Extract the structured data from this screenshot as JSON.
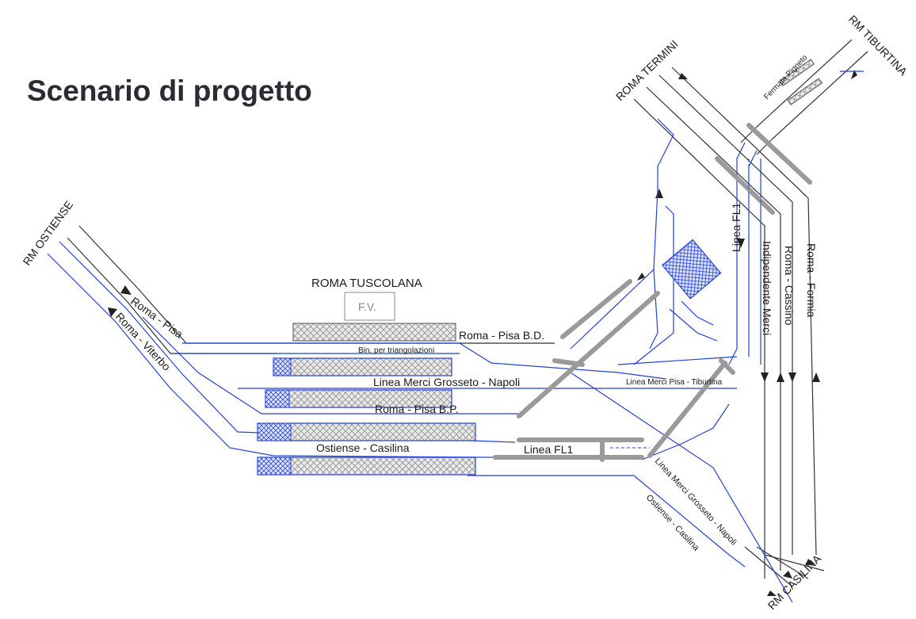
{
  "title": "Scenario di progetto",
  "stations": {
    "ostiense": "RM OSTIENSE",
    "termini": "ROMA TERMINI",
    "tiburtina": "RM TIBURTINA",
    "casilina": "RM CASILINA",
    "tuscolana": "ROMA TUSCOLANA",
    "fv": "F.V.",
    "pigneto": "Fermata Pigneto"
  },
  "lines": {
    "roma_pisa": "Roma - Pisa",
    "roma_viterbo": "Roma - Viterbo",
    "roma_pisa_bd": "Roma - Pisa B.D.",
    "bin_triangolazioni": "Bin. per triangolazioni",
    "merci_grosseto_napoli": "Linea Merci Grosseto - Napoli",
    "merci_pisa_tiburtina": "Linea Merci Pisa - Tiburtina",
    "roma_pisa_bp": "Roma - Pisa B.P.",
    "ostiense_casilina": "Ostiense - Casilina",
    "linea_fl1": "Linea FL1",
    "linea_fl1_vertical": "Linea FL1",
    "indipendente_merci": "Indipendente Merci",
    "roma_cassino": "Roma - Cassino",
    "roma_formia": "Roma - Formia",
    "merci_grosseto_napoli_diag": "Linea Merci Grosseto - Napoli",
    "ostiense_casilina_diag": "Ostiense - Casilina"
  },
  "colors": {
    "track_blue": "#2341d6",
    "track_black": "#333333",
    "platform_gray": "#9a9a9a",
    "title": "#2b2b33"
  }
}
